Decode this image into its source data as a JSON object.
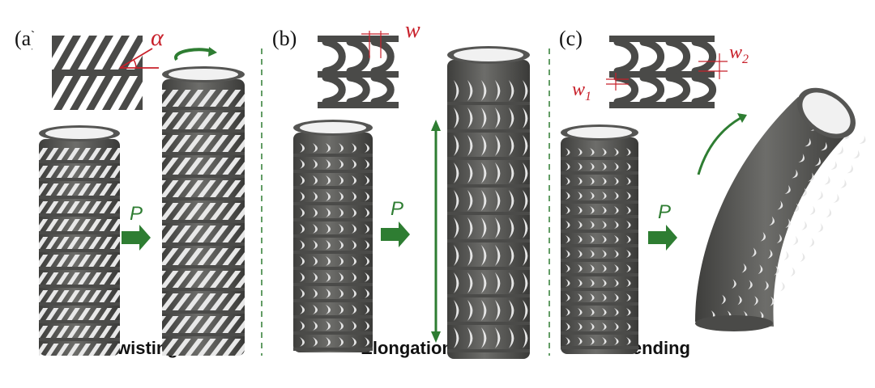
{
  "panels": [
    {
      "label": "(a)",
      "caption": "Twisting",
      "symbol": "α"
    },
    {
      "label": "(b)",
      "caption": "Elongation",
      "symbol": "w"
    },
    {
      "label": "(c)",
      "caption": "Bending",
      "symbol_1": "w",
      "symbol_1_sub": "1",
      "symbol_2": "w",
      "symbol_2_sub": "2"
    }
  ],
  "pressure_label": "P",
  "colors": {
    "tube": "#5b5b59",
    "tube_dark": "#3e3e3c",
    "tube_light": "#7a7a77",
    "arrow": "#2e7d32",
    "dimension": "#c8202a",
    "interior": "#f1f1f1"
  }
}
